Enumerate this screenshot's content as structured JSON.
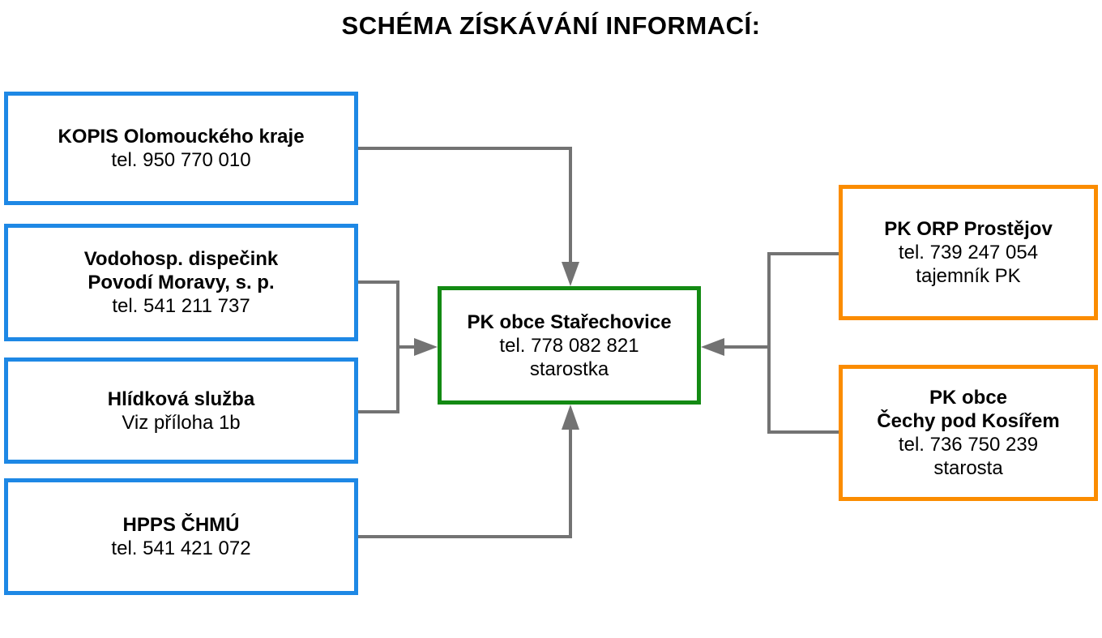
{
  "title": "SCHÉMA ZÍSKÁVÁNÍ INFORMACÍ:",
  "colors": {
    "source_border": "#1e88e5",
    "center_border": "#138a13",
    "right_border": "#fb8c00",
    "connector": "#737373"
  },
  "sources": [
    {
      "lines": [
        {
          "text": "KOPIS Olomouckého kraje",
          "bold": true
        },
        {
          "text": "tel. 950 770 010",
          "bold": false
        }
      ]
    },
    {
      "lines": [
        {
          "text": "Vodohosp. dispečink",
          "bold": true
        },
        {
          "text": "Povodí Moravy, s. p.",
          "bold": true
        },
        {
          "text": "tel. 541 211 737",
          "bold": false
        }
      ]
    },
    {
      "lines": [
        {
          "text": "Hlídková služba",
          "bold": true
        },
        {
          "text": "Viz příloha 1b",
          "bold": false
        }
      ]
    },
    {
      "lines": [
        {
          "text": "HPPS ČHMÚ",
          "bold": true
        },
        {
          "text": "tel. 541 421 072",
          "bold": false
        }
      ]
    }
  ],
  "center": {
    "lines": [
      {
        "text": "PK obce Stařechovice",
        "bold": true
      },
      {
        "text": "tel. 778 082 821",
        "bold": false
      },
      {
        "text": "starostka",
        "bold": false
      }
    ]
  },
  "right": [
    {
      "lines": [
        {
          "text": "PK ORP Prostějov",
          "bold": true
        },
        {
          "text": "tel. 739 247 054",
          "bold": false
        },
        {
          "text": "tajemník PK",
          "bold": false
        }
      ]
    },
    {
      "lines": [
        {
          "text": "PK obce",
          "bold": true
        },
        {
          "text": "Čechy pod Kosířem",
          "bold": true
        },
        {
          "text": "tel. 736 750 239",
          "bold": false
        },
        {
          "text": "starosta",
          "bold": false
        }
      ]
    }
  ]
}
